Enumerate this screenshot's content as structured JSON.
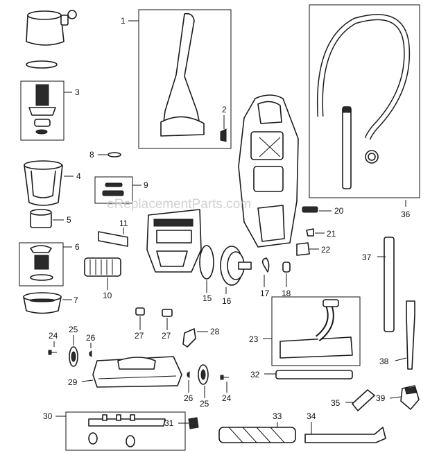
{
  "watermark": "eReplacementParts.com",
  "labels": [
    "1",
    "2",
    "3",
    "4",
    "5",
    "6",
    "7",
    "8",
    "9",
    "10",
    "11",
    "15",
    "16",
    "17",
    "18",
    "20",
    "21",
    "22",
    "23",
    "24",
    "25",
    "26",
    "27",
    "27",
    "28",
    "29",
    "26",
    "25",
    "24",
    "30",
    "31",
    "32",
    "33",
    "34",
    "35",
    "36",
    "37",
    "38",
    "39"
  ],
  "colors": {
    "line": "#111111",
    "fill": "#ffffff",
    "dark": "#2a2a2a",
    "watermark": "#c9c9c9"
  }
}
